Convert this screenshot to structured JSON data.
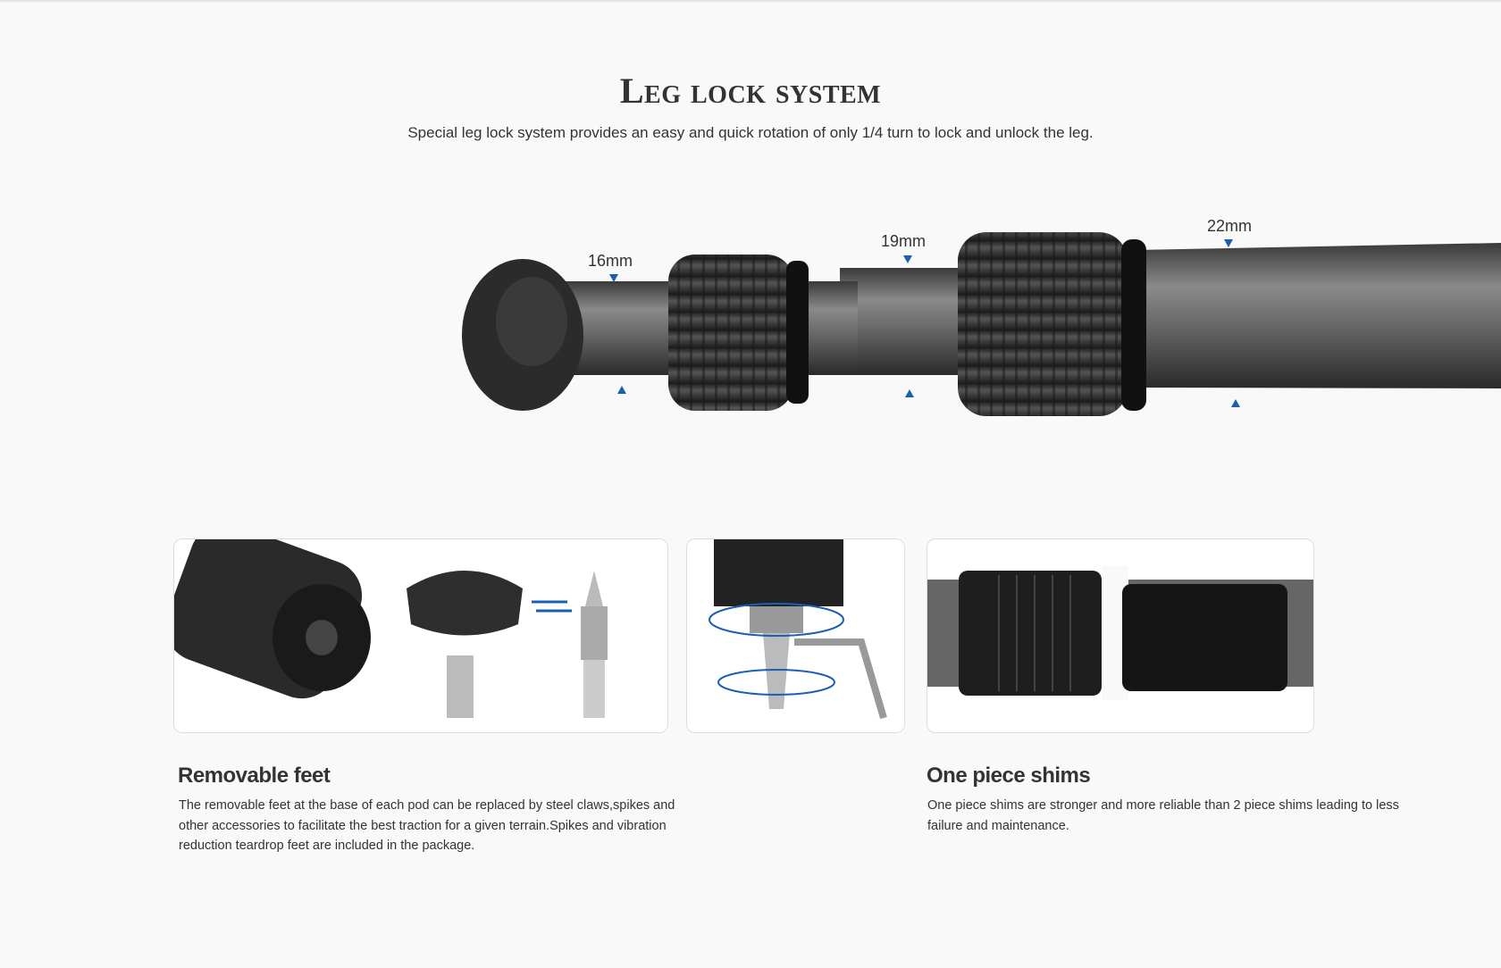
{
  "header": {
    "title": "Leg lock system",
    "subtitle": "Special leg lock system provides an easy and quick rotation of only 1/4 turn to  lock and unlock the leg."
  },
  "diagram": {
    "labels": [
      "16mm",
      "19mm",
      "22mm"
    ],
    "accent": "#1a5fb4"
  },
  "features": [
    {
      "title": "Removable feet",
      "text": "The removable feet at the base of each pod can be replaced by steel claws,spikes and other accessories to facilitate the best traction for a given terrain.Spikes and vibration reduction teardrop feet are included in the package."
    },
    {
      "title": "One piece shims",
      "text": "One piece shims are stronger and more reliable than 2 piece shims leading to less failure and maintenance."
    }
  ]
}
